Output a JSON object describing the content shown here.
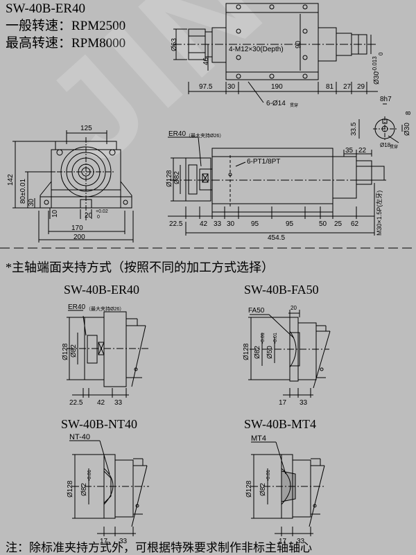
{
  "header": {
    "model": "SW-40B-ER40",
    "line2": "一般转速：RPM2500",
    "line3": "最高转速：RPM8000"
  },
  "watermark": "JINYU",
  "top_view": {
    "dims": [
      "Ø63",
      "46",
      "90",
      "4-M12×30(Depth)",
      "97.5",
      "30",
      "190",
      "81",
      "27",
      "29",
      "6-Ø14",
      "贯穿",
      "Ø30",
      "-0.013",
      "0",
      "8h7",
      "8",
      "33.5",
      "Ø30",
      "Ø18",
      "贯穿"
    ]
  },
  "front_view": {
    "dims": [
      "125",
      "142",
      "80±0.01",
      "30",
      "10",
      "20",
      "+0.02",
      "0",
      "170",
      "200"
    ]
  },
  "side_view": {
    "dims": [
      "ER40",
      "（最大夹持Ø26）",
      "Ø128",
      "Ø82",
      "6-PT1/8PT",
      "35",
      "22",
      "M30×1.5P(左牙)",
      "22.5",
      "42",
      "33",
      "30",
      "95",
      "95",
      "50",
      "25",
      "62",
      "454.5"
    ]
  },
  "section_title": "*主轴端面夹持方式（按照不同的加工方式选择）",
  "variants": [
    {
      "title": "SW-40B-ER40",
      "tag": "ER40",
      "tag_note": "（最大夹持Ø26）",
      "d1": "Ø128",
      "d2": "Ø82",
      "bottom": [
        "22.5",
        "42",
        "33"
      ]
    },
    {
      "title": "SW-40B-FA50",
      "tag": "FA50",
      "top": "20",
      "d1": "Ø128",
      "d2": "Ø82",
      "d2tol": "-0.01",
      "d3": "Ø50",
      "d3tol": "-0.01",
      "bottom": [
        "17",
        "33"
      ]
    },
    {
      "title": "SW-40B-NT40",
      "tag": "NT-40",
      "d1": "Ø128",
      "d2": "Ø82",
      "d2tol": "-0.01",
      "bottom": [
        "17",
        "33"
      ]
    },
    {
      "title": "SW-40B-MT4",
      "tag": "MT4",
      "d1": "Ø128",
      "d2": "Ø82",
      "d2tol": "-0.01",
      "bottom": [
        "17",
        "33"
      ]
    }
  ],
  "footnote": "注：除标准夹持方式外，可根据特殊要求制作非标主轴轴心"
}
